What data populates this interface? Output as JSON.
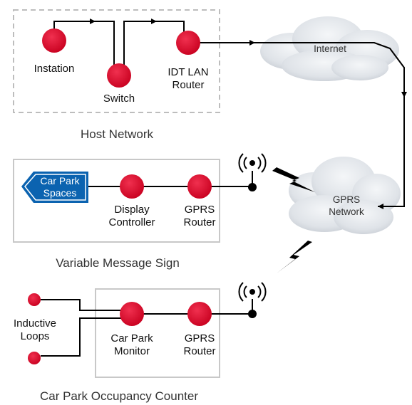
{
  "groups": {
    "host_network": "Host Network",
    "variable_message_sign": "Variable Message Sign",
    "occupancy_counter": "Car Park Occupancy Counter"
  },
  "nodes": {
    "instation": "Instation",
    "switch": "Switch",
    "idt_router_1": "IDT LAN",
    "idt_router_2": "Router",
    "display_1": "Display",
    "display_2": "Controller",
    "gprs_router_vms_1": "GPRS",
    "gprs_router_vms_2": "Router",
    "carpark_monitor_1": "Car Park",
    "carpark_monitor_2": "Monitor",
    "gprs_router_cpo_1": "GPRS",
    "gprs_router_cpo_2": "Router",
    "inductive_1": "Inductive",
    "inductive_2": "Loops"
  },
  "clouds": {
    "internet": "Internet",
    "gprs_1": "GPRS",
    "gprs_2": "Network"
  },
  "sign": {
    "line1": "Car Park",
    "line2": "Spaces"
  },
  "colors": {
    "node_red": "#d9002c",
    "sign_blue": "#0b63b0",
    "line": "#000000",
    "box_dashed": "#bdbdbd",
    "box_solid": "#c8c8c8"
  }
}
